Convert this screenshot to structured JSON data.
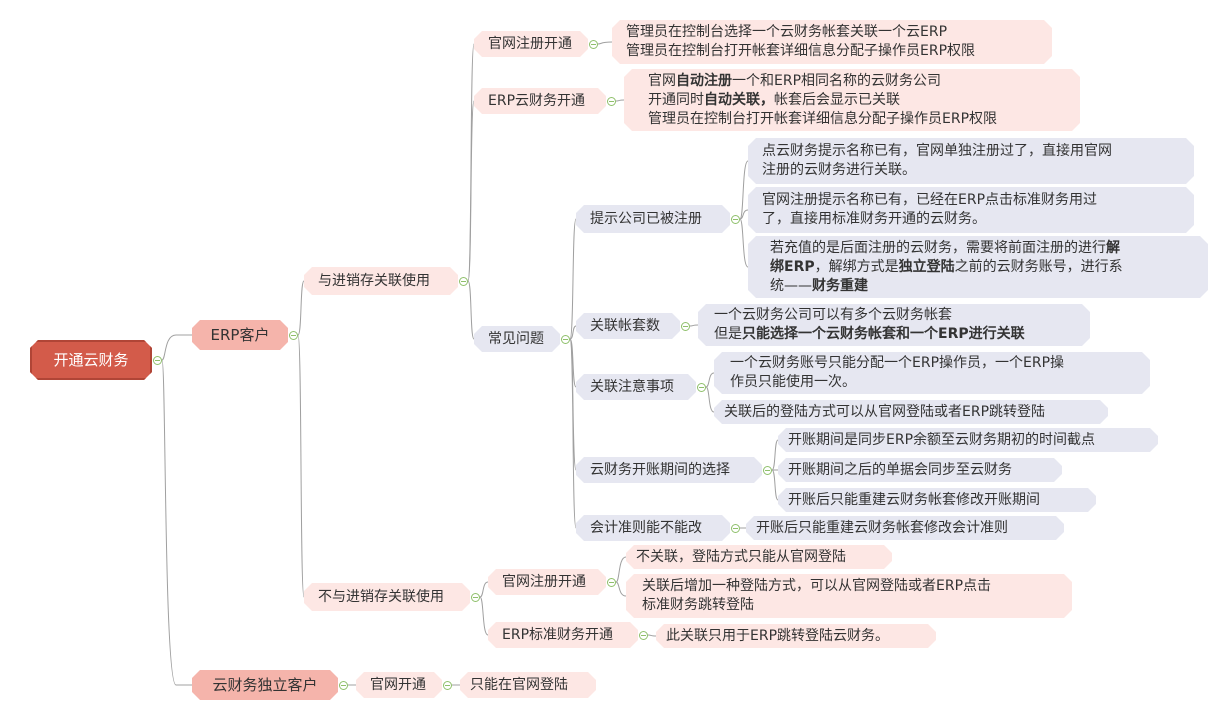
{
  "colors": {
    "root": "#d35b4a",
    "level1": "#f5b4ab",
    "pink": "#fde7e4",
    "grey": "#e6e7f1",
    "link": "#a0a0a0",
    "toggle": "#8fc06b"
  },
  "nodes": {
    "root": {
      "lines": [
        [
          {
            "t": "开通云财务"
          }
        ]
      ]
    },
    "erp": {
      "lines": [
        [
          {
            "t": "ERP客户"
          }
        ]
      ]
    },
    "standalone": {
      "lines": [
        [
          {
            "t": "云财务独立客户"
          }
        ]
      ]
    },
    "linked": {
      "lines": [
        [
          {
            "t": "与进销存关联使用"
          }
        ]
      ]
    },
    "unlinked": {
      "lines": [
        [
          {
            "t": "不与进销存关联使用"
          }
        ]
      ]
    },
    "web_open": {
      "lines": [
        [
          {
            "t": "官网注册开通"
          }
        ]
      ]
    },
    "web_open_note": {
      "lines": [
        [
          {
            "t": "管理员在控制台选择一个云财务帐套关联一个云ERP"
          }
        ],
        [
          {
            "t": "管理员在控制台打开帐套详细信息分配子操作员ERP权限"
          }
        ]
      ]
    },
    "erp_open": {
      "lines": [
        [
          {
            "t": "ERP云财务开通"
          }
        ]
      ]
    },
    "erp_open_note": {
      "lines": [
        [
          {
            "t": "官网"
          },
          {
            "t": "自动注册",
            "b": true
          },
          {
            "t": "一个和ERP相同名称的云财务公司"
          }
        ],
        [
          {
            "t": "开通同时"
          },
          {
            "t": "自动关联，",
            "b": true
          },
          {
            "t": "帐套后会显示已关联"
          }
        ],
        [
          {
            "t": "管理员在控制台打开帐套详细信息分配子操作员ERP权限"
          }
        ]
      ]
    },
    "faq": {
      "lines": [
        [
          {
            "t": "常见问题"
          }
        ]
      ]
    },
    "registered": {
      "lines": [
        [
          {
            "t": "提示公司已被注册"
          }
        ]
      ]
    },
    "registered_1": {
      "lines": [
        [
          {
            "t": "点云财务提示名称已有，官网单独注册过了，直接用官网"
          }
        ],
        [
          {
            "t": "注册的云财务进行关联。"
          }
        ]
      ]
    },
    "registered_2": {
      "lines": [
        [
          {
            "t": "官网注册提示名称已有，已经在ERP点击标准财务用过"
          }
        ],
        [
          {
            "t": "了，直接用标准财务开通的云财务。"
          }
        ]
      ]
    },
    "registered_3": {
      "lines": [
        [
          {
            "t": "若充值的是后面注册的云财务，需要将前面注册的进行"
          },
          {
            "t": "解",
            "b": true
          }
        ],
        [
          {
            "t": "绑ERP",
            "b": true
          },
          {
            "t": "，解绑方式是"
          },
          {
            "t": "独立登陆",
            "b": true
          },
          {
            "t": "之前的云财务账号，进行系"
          }
        ],
        [
          {
            "t": "统——"
          },
          {
            "t": "财务重建",
            "b": true
          }
        ]
      ]
    },
    "book_count": {
      "lines": [
        [
          {
            "t": "关联帐套数"
          }
        ]
      ]
    },
    "book_count_1": {
      "lines": [
        [
          {
            "t": "一个云财务公司可以有多个云财务帐套"
          }
        ],
        [
          {
            "t": "但是"
          },
          {
            "t": "只能选择一个云财务帐套和一个ERP进行关联",
            "b": true
          }
        ]
      ]
    },
    "notes": {
      "lines": [
        [
          {
            "t": "关联注意事项"
          }
        ]
      ]
    },
    "notes_1": {
      "lines": [
        [
          {
            "t": "一个云财务账号只能分配一个ERP操作员，一个ERP操"
          }
        ],
        [
          {
            "t": "作员只能使用一次。"
          }
        ]
      ]
    },
    "notes_2": {
      "lines": [
        [
          {
            "t": "关联后的登陆方式可以从官网登陆或者ERP跳转登陆"
          }
        ]
      ]
    },
    "period": {
      "lines": [
        [
          {
            "t": "云财务开账期间的选择"
          }
        ]
      ]
    },
    "period_1": {
      "lines": [
        [
          {
            "t": "开账期间是同步ERP余额至云财务期初的时间截点"
          }
        ]
      ]
    },
    "period_2": {
      "lines": [
        [
          {
            "t": "开账期间之后的单据会同步至云财务"
          }
        ]
      ]
    },
    "period_3": {
      "lines": [
        [
          {
            "t": "开账后只能重建云财务帐套修改开账期间"
          }
        ]
      ]
    },
    "standard": {
      "lines": [
        [
          {
            "t": "会计准则能不能改"
          }
        ]
      ]
    },
    "standard_1": {
      "lines": [
        [
          {
            "t": "开账后只能重建云财务帐套修改会计准则"
          }
        ]
      ]
    },
    "u_web": {
      "lines": [
        [
          {
            "t": "官网注册开通"
          }
        ]
      ]
    },
    "u_web_1": {
      "lines": [
        [
          {
            "t": "不关联，登陆方式只能从官网登陆"
          }
        ]
      ]
    },
    "u_web_2": {
      "lines": [
        [
          {
            "t": "关联后增加一种登陆方式，可以从官网登陆或者ERP点击"
          }
        ],
        [
          {
            "t": "标准财务跳转登陆"
          }
        ]
      ]
    },
    "u_erp": {
      "lines": [
        [
          {
            "t": "ERP标准财务开通"
          }
        ]
      ]
    },
    "u_erp_1": {
      "lines": [
        [
          {
            "t": "此关联只用于ERP跳转登陆云财务。"
          }
        ]
      ]
    },
    "s_web": {
      "lines": [
        [
          {
            "t": "官网开通"
          }
        ]
      ]
    },
    "s_web_1": {
      "lines": [
        [
          {
            "t": "只能在官网登陆"
          }
        ]
      ]
    }
  }
}
